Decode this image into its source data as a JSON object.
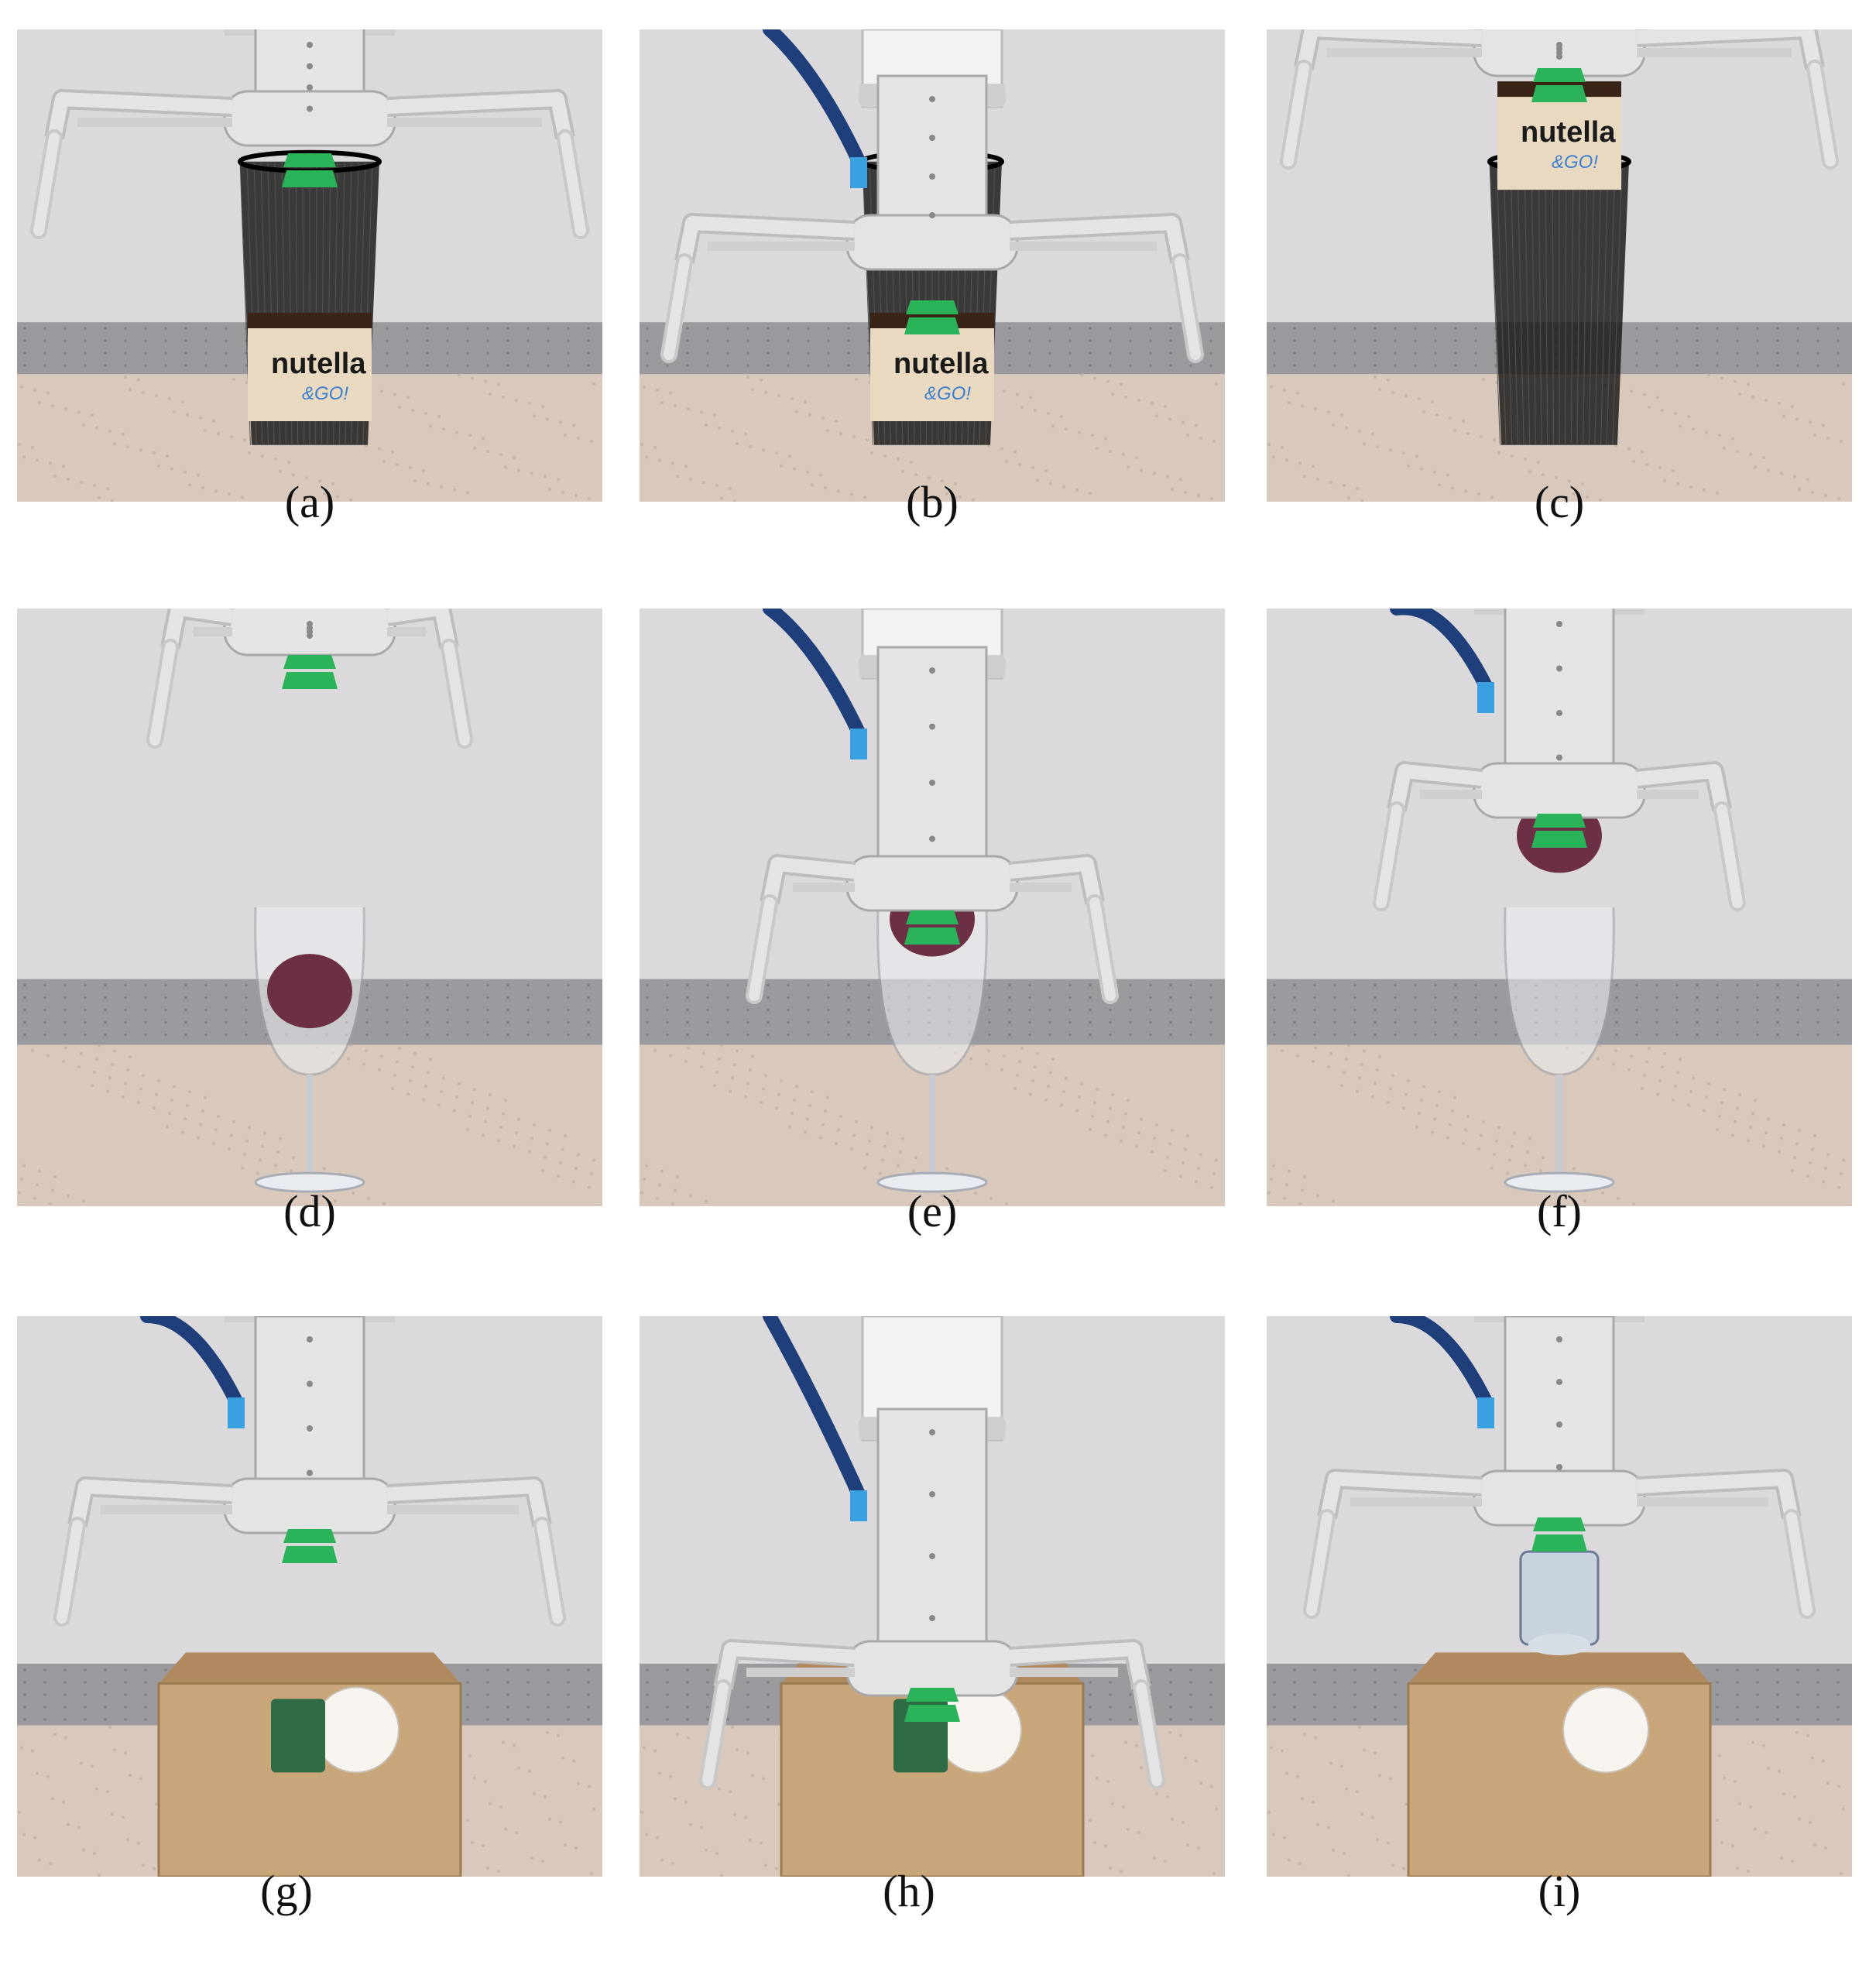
{
  "panels": [
    {
      "label": "(a)",
      "object": "nutella-jar",
      "container": "mesh-basket",
      "stage": "approach",
      "jar_text": "nutella",
      "jar_subtext": "&GO!"
    },
    {
      "label": "(b)",
      "object": "nutella-jar",
      "container": "mesh-basket",
      "stage": "grasp",
      "jar_text": "nutella",
      "jar_subtext": "&GO!"
    },
    {
      "label": "(c)",
      "object": "nutella-jar",
      "container": "mesh-basket",
      "stage": "lift",
      "jar_text": "nutella",
      "jar_subtext": "&GO!"
    },
    {
      "label": "(d)",
      "object": "plum",
      "container": "wine-glass",
      "stage": "approach"
    },
    {
      "label": "(e)",
      "object": "plum",
      "container": "wine-glass",
      "stage": "grasp"
    },
    {
      "label": "(f)",
      "object": "plum",
      "container": "wine-glass",
      "stage": "lift"
    },
    {
      "label": "(g)",
      "object": "soda-can",
      "container": "cardboard-box",
      "stage": "approach"
    },
    {
      "label": "(h)",
      "object": "soda-can",
      "container": "cardboard-box",
      "stage": "grasp"
    },
    {
      "label": "(i)",
      "object": "soda-can",
      "container": "cardboard-box",
      "stage": "lift"
    }
  ],
  "colors": {
    "wall": "#dcd9dc",
    "floor": "#d9c9bd",
    "table_edge": "#9a9a9e",
    "gripper": "#e4e4e4",
    "suction_cup": "#2bb35a",
    "hose": "#1f3f7a",
    "plum": "#6d2f45",
    "cardboard": "#c9a57a",
    "jar_lid": "#3a2418"
  }
}
